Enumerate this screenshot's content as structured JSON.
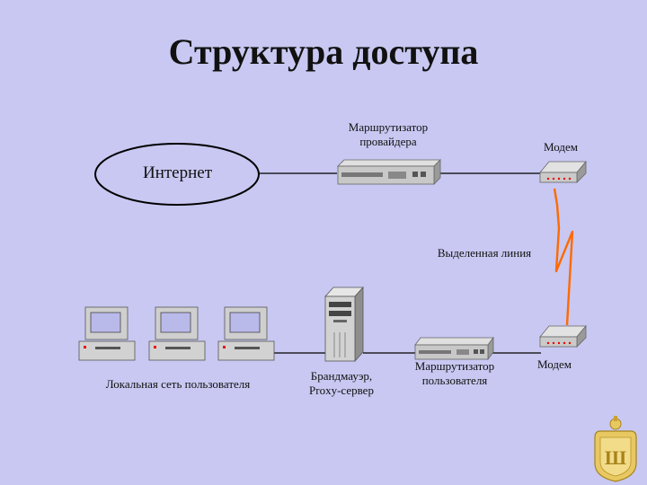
{
  "slide": {
    "title": "Структура доступа",
    "labels": {
      "internet": "Интернет",
      "provider_router": "Маршрутизатор провайдера",
      "modem_top": "Модем",
      "leased_line": "Выделенная линия",
      "lan": "Локальная сеть пользователя",
      "firewall": "Брандмауэр, Proxy-сервер",
      "user_router": "Маршрутизатор пользователя",
      "modem_bottom": "Модем"
    },
    "colors": {
      "background": "#c8c8f2",
      "lines": "#000000",
      "leased_line": "#ff6a00",
      "device_body": "#c8c8c8"
    },
    "logo_icon": "coat-of-arms-icon"
  }
}
